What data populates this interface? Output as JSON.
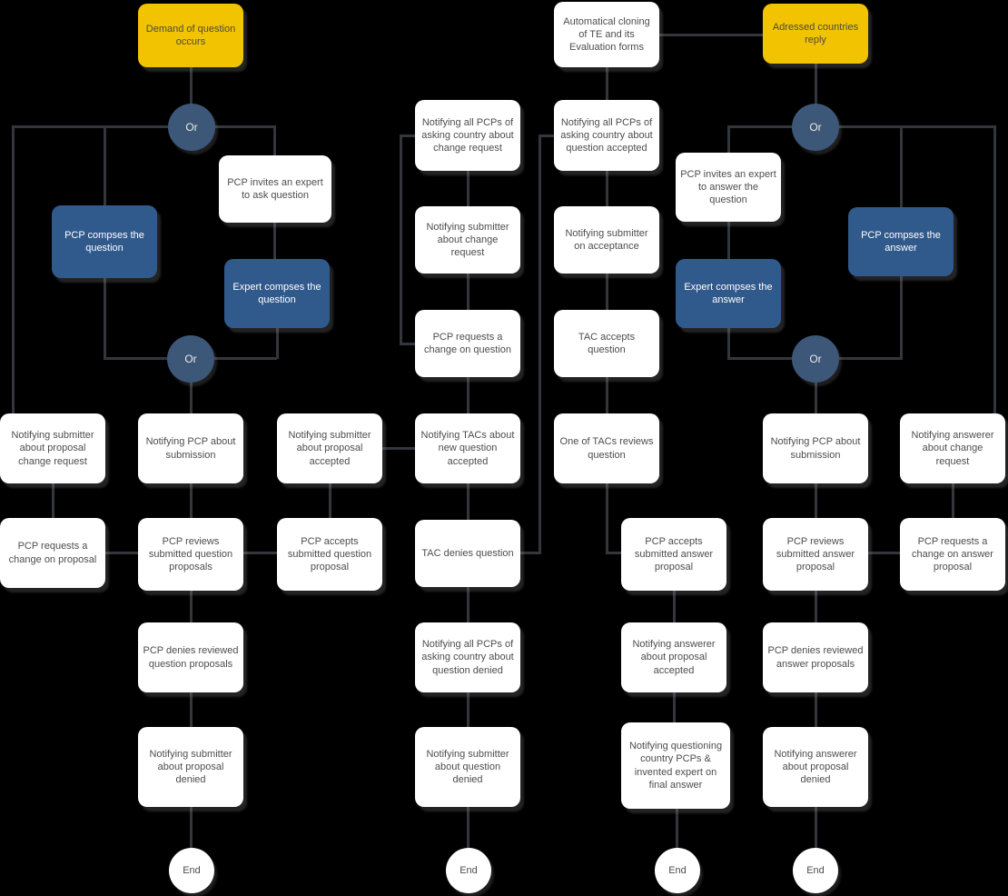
{
  "colors": {
    "background": "#000000",
    "start_node": "#f2c300",
    "action_node": "#30598c",
    "or_node": "#3d5778",
    "task_node": "#ffffff",
    "task_text": "#4d4d4d",
    "connector": "#33373c"
  },
  "nodes": {
    "demand": {
      "label": "Demand of question occurs"
    },
    "auto_cloning": {
      "label": "Automatical cloning of TE and its Evaluation forms"
    },
    "addressed_reply": {
      "label": "Adressed countries reply"
    },
    "or1": {
      "label": "Or"
    },
    "or2": {
      "label": "Or"
    },
    "or3": {
      "label": "Or"
    },
    "or4": {
      "label": "Or"
    },
    "pcp_invites_ask": {
      "label": "PCP invites an expert to ask question"
    },
    "pcp_composes_q": {
      "label": "PCP compses the question"
    },
    "expert_composes_q": {
      "label": "Expert compses the question"
    },
    "notif_pcps_change_req": {
      "label": "Notifying all PCPs of asking country about change request"
    },
    "notif_pcps_q_accepted": {
      "label": "Notifying all PCPs of asking country about question accepted"
    },
    "pcp_invites_answer": {
      "label": "PCP invites an expert to answer the question"
    },
    "notif_submitter_change_req": {
      "label": "Notifying submitter about change request"
    },
    "notif_submitter_acceptance": {
      "label": "Notifying submitter on acceptance"
    },
    "pcp_composes_a": {
      "label": "PCP compses the answer"
    },
    "expert_composes_a": {
      "label": "Expert compses the answer"
    },
    "pcp_requests_change_q": {
      "label": "PCP requests a change on question"
    },
    "tac_accepts_q": {
      "label": "TAC accepts question"
    },
    "notif_sub_prop_change": {
      "label": "Notifying submitter about proposal change request"
    },
    "notif_pcp_submission_q": {
      "label": "Notifying PCP about submission"
    },
    "notif_sub_prop_accepted": {
      "label": "Notifying submitter about proposal accepted"
    },
    "notif_tacs_new_q": {
      "label": "Notifying TACs about new question accepted"
    },
    "one_tac_reviews": {
      "label": "One of TACs reviews question"
    },
    "notif_pcp_submission_a": {
      "label": "Notifying PCP about submission"
    },
    "notif_answerer_change_req": {
      "label": "Notifying answerer about change request"
    },
    "pcp_requests_change_prop": {
      "label": "PCP requests a change on proposal"
    },
    "pcp_reviews_q": {
      "label": "PCP reviews submitted question proposals"
    },
    "pcp_accepts_q": {
      "label": "PCP accepts submitted question proposal"
    },
    "tac_denies_q": {
      "label": "TAC denies question"
    },
    "pcp_accepts_a": {
      "label": "PCP accepts submitted answer proposal"
    },
    "pcp_reviews_a": {
      "label": "PCP reviews submitted answer proposal"
    },
    "pcp_requests_change_a": {
      "label": "PCP requests a change on answer proposal"
    },
    "pcp_denies_q": {
      "label": "PCP denies reviewed question proposals"
    },
    "notif_pcps_q_denied": {
      "label": "Notifying all PCPs of asking country about question denied"
    },
    "notif_answerer_accepted": {
      "label": "Notifying answerer about proposal accepted"
    },
    "pcp_denies_a": {
      "label": "PCP denies reviewed answer proposals"
    },
    "notif_sub_prop_denied": {
      "label": "Notifying submitter about proposal denied"
    },
    "notif_sub_q_denied": {
      "label": "Notifying submitter about question denied"
    },
    "notif_questioning": {
      "label": "Notifying questioning country PCPs & invented expert on final answer"
    },
    "notif_answerer_denied": {
      "label": "Notifying answerer about proposal denied"
    },
    "end1": {
      "label": "End"
    },
    "end2": {
      "label": "End"
    },
    "end3": {
      "label": "End"
    },
    "end4": {
      "label": "End"
    }
  }
}
